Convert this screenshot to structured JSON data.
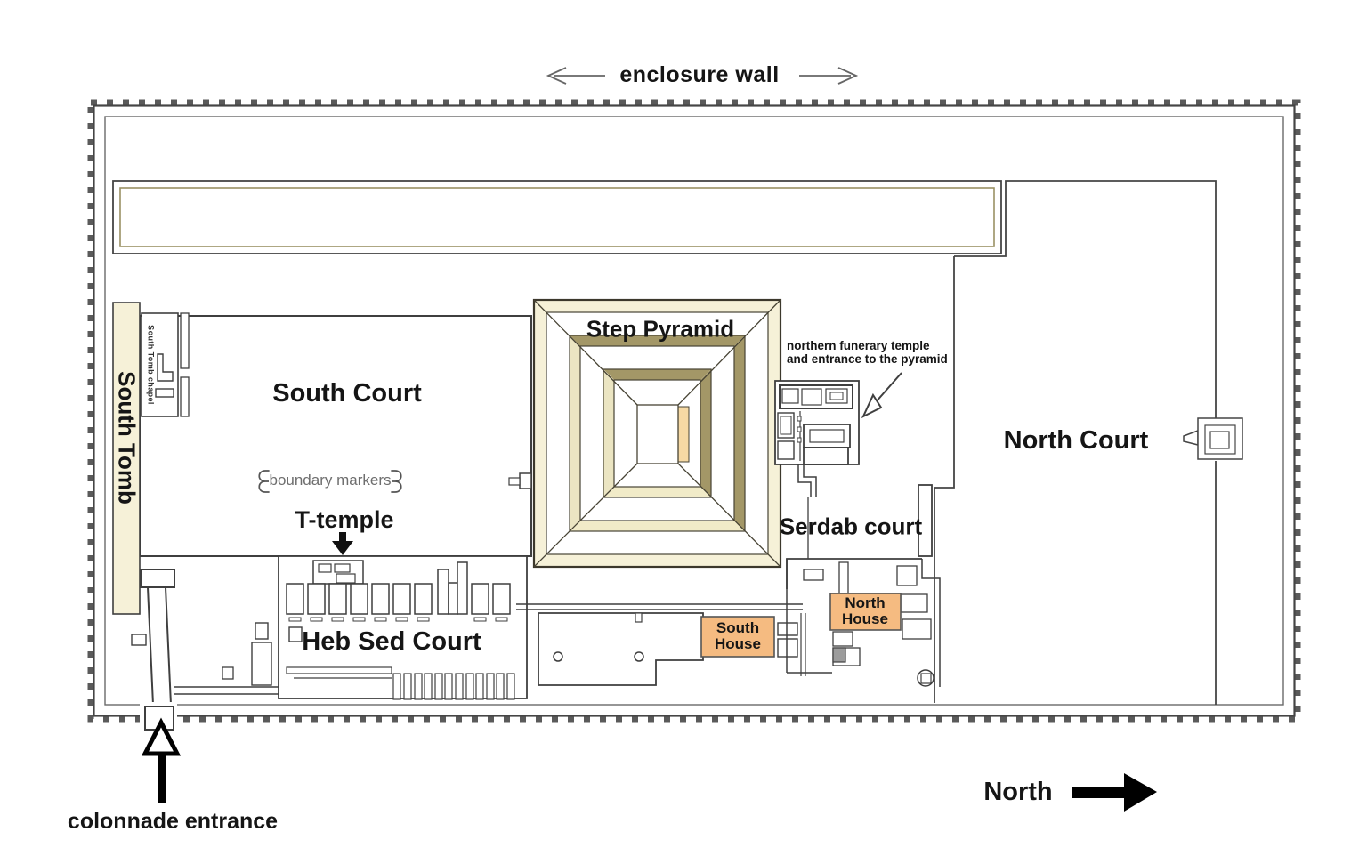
{
  "labels": {
    "enclosure_wall": "enclosure wall",
    "south_tomb": "South Tomb",
    "south_tomb_chapel": "South Tomb chapel",
    "south_court": "South Court",
    "boundary_markers": "boundary markers",
    "t_temple": "T-temple",
    "heb_sed_court": "Heb Sed Court",
    "step_pyramid": "Step Pyramid",
    "northern_funerary_temple": "northern funerary temple\nand entrance to the pyramid",
    "north_court": "North Court",
    "serdab_court": "Serdab court",
    "south_house": "South\nHouse",
    "north_house": "North\nHouse",
    "colonnade_entrance": "colonnade entrance",
    "north_compass": "North"
  },
  "colors": {
    "line": "#3f3f3f",
    "wall_gray": "#555555",
    "cream": "#f6f1d8",
    "tan": "#a39767",
    "pale_band": "#f1ebc8",
    "house_orange": "#f5bb81",
    "muted_text": "#6e6e6e"
  }
}
